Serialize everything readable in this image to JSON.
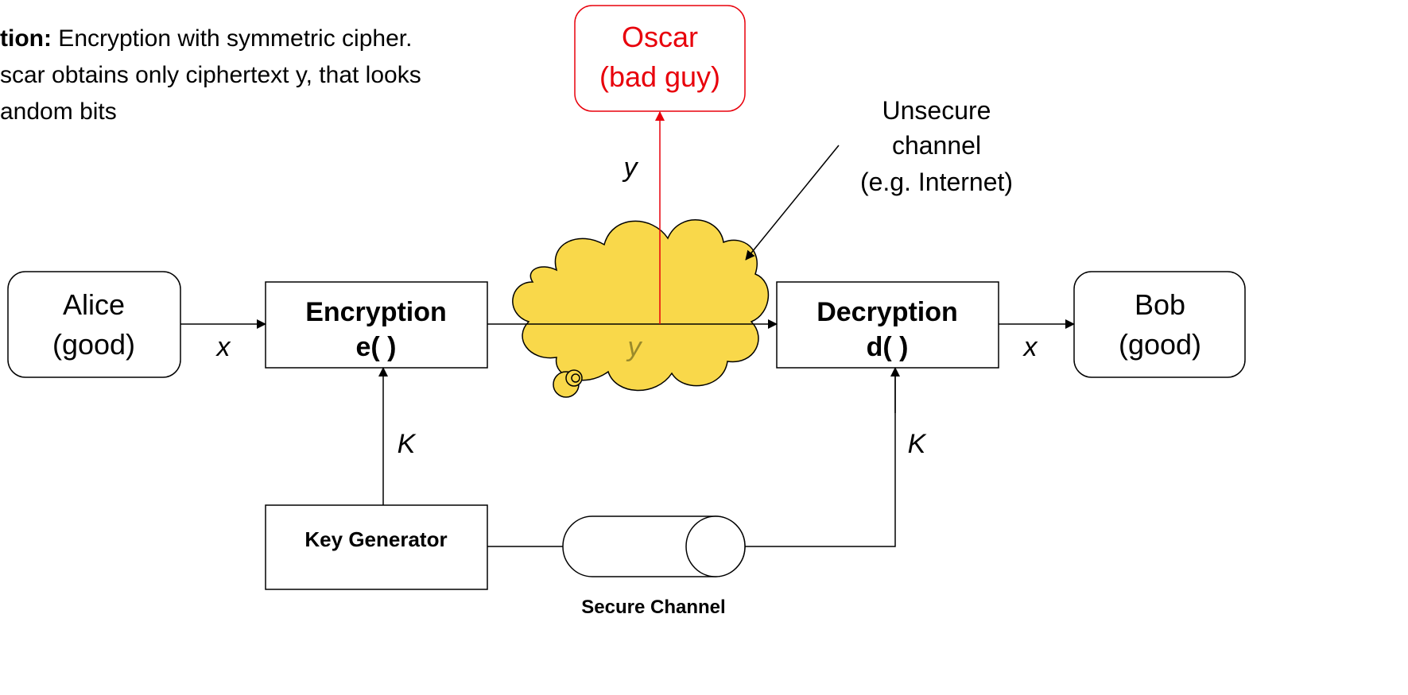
{
  "description": {
    "label": "tion:",
    "line1": " Encryption with symmetric cipher.",
    "line2": "scar obtains only ciphertext y, that looks",
    "line3": "andom bits"
  },
  "nodes": {
    "alice": {
      "line1": "Alice",
      "line2": "(good)"
    },
    "encryption": {
      "line1": "Encryption",
      "line2": "e( )"
    },
    "decryption": {
      "line1": "Decryption",
      "line2": "d( )"
    },
    "bob": {
      "line1": "Bob",
      "line2": "(good)"
    },
    "oscar": {
      "line1": "Oscar",
      "line2": "(bad guy)"
    },
    "key_generator": "Key Generator"
  },
  "labels": {
    "x_left": "x",
    "x_right": "x",
    "y_cloud": "y",
    "y_oscar": "y",
    "k_left": "K",
    "k_right": "K",
    "secure_channel": "Secure Channel",
    "unsecure_line1": "Unsecure",
    "unsecure_line2": "channel",
    "unsecure_line3": "(e.g. Internet)"
  },
  "colors": {
    "oscar": "#e8000b",
    "cloud_fill": "#f9d84a",
    "cloud_text": "#9a8a2a",
    "stroke": "#000000"
  }
}
